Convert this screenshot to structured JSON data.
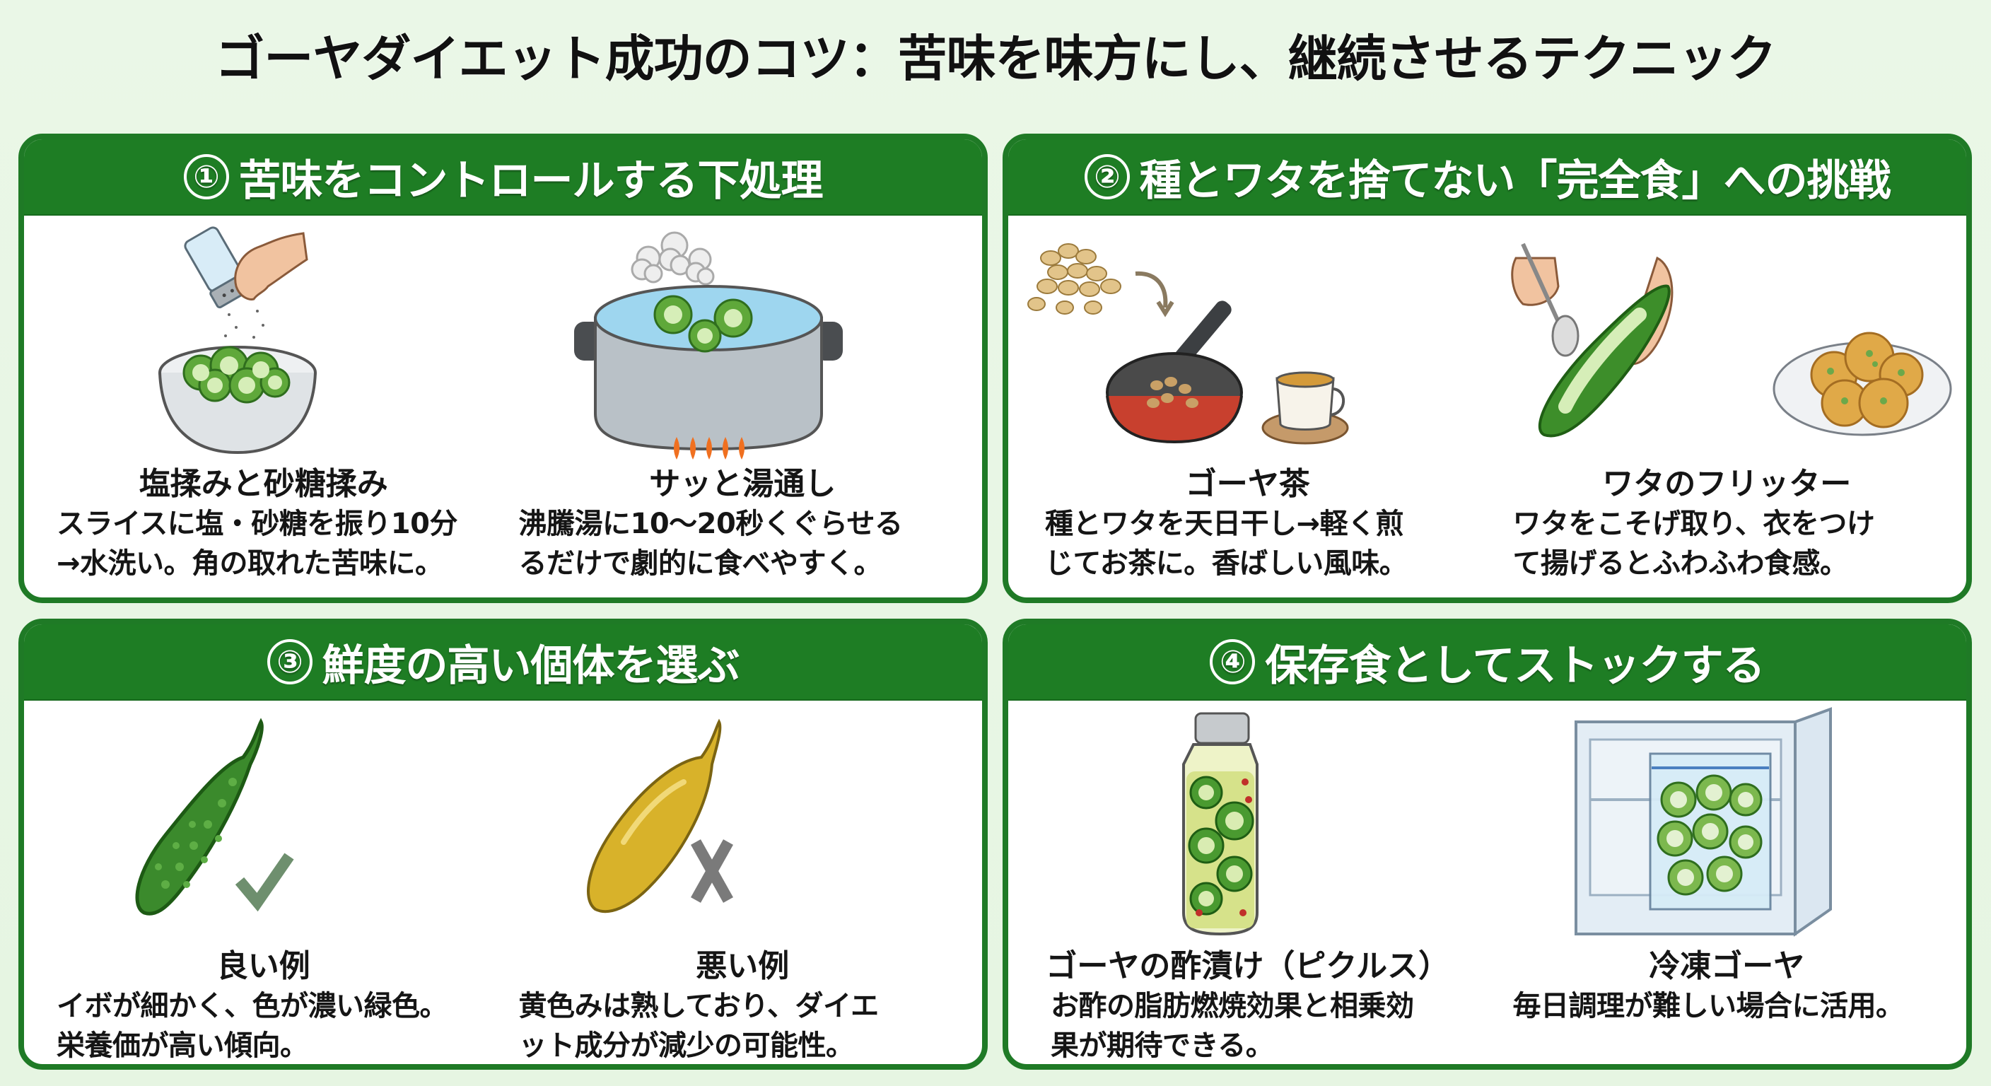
{
  "title": "ゴーヤダイエット成功のコツ：苦味を味方にし、継続させるテクニック",
  "colors": {
    "background": "#e8f6e4",
    "header_green": "#1e7d24",
    "border_green": "#1f7a26",
    "panel_body": "#ffffff",
    "text": "#151515"
  },
  "panels": [
    {
      "number": "①",
      "heading": "苦味をコントロールする下処理",
      "items": [
        {
          "icon": "salt-shaker-bowl-icon",
          "title": "塩揉みと砂糖揉み",
          "description": "スライスに塩・砂糖を振り10分\n→水洗い。角の取れた苦味に。"
        },
        {
          "icon": "boiling-pot-icon",
          "title": "サッと湯通し",
          "description": "沸騰湯に10〜20秒くぐらせる\nるだけで劇的に食べやすく。"
        }
      ]
    },
    {
      "number": "②",
      "heading": "種とワタを捨てない「完全食」への挑戦",
      "items": [
        {
          "icon": "seeds-pan-tea-icon",
          "title": "ゴーヤ茶",
          "description": "種とワタを天日干し→軽く煎\nじてお茶に。香ばしい風味。"
        },
        {
          "icon": "spoon-goya-fritter-icon",
          "title": "ワタのフリッター",
          "description": "ワタをこそげ取り、衣をつけ\nて揚げるとふわふわ食感。"
        }
      ]
    },
    {
      "number": "③",
      "heading": "鮮度の高い個体を選ぶ",
      "items": [
        {
          "icon": "fresh-goya-check-icon",
          "title": "良い例",
          "description": "イボが細かく、色が濃い緑色。\n栄養価が高い傾向。",
          "mark": "✓"
        },
        {
          "icon": "yellow-goya-cross-icon",
          "title": "悪い例",
          "description": "黄色みは熟しており、ダイエ\nット成分が減少の可能性。",
          "mark": "✕"
        }
      ]
    },
    {
      "number": "④",
      "heading": "保存食としてストックする",
      "items": [
        {
          "icon": "pickle-jar-icon",
          "title": "ゴーヤの酢漬け（ピクルス）",
          "description": "お酢の脂肪燃焼効果と相乗効\n果が期待できる。"
        },
        {
          "icon": "freezer-bag-icon",
          "title": "冷凍ゴーヤ",
          "description": "毎日調理が難しい場合に活用。"
        }
      ]
    }
  ]
}
